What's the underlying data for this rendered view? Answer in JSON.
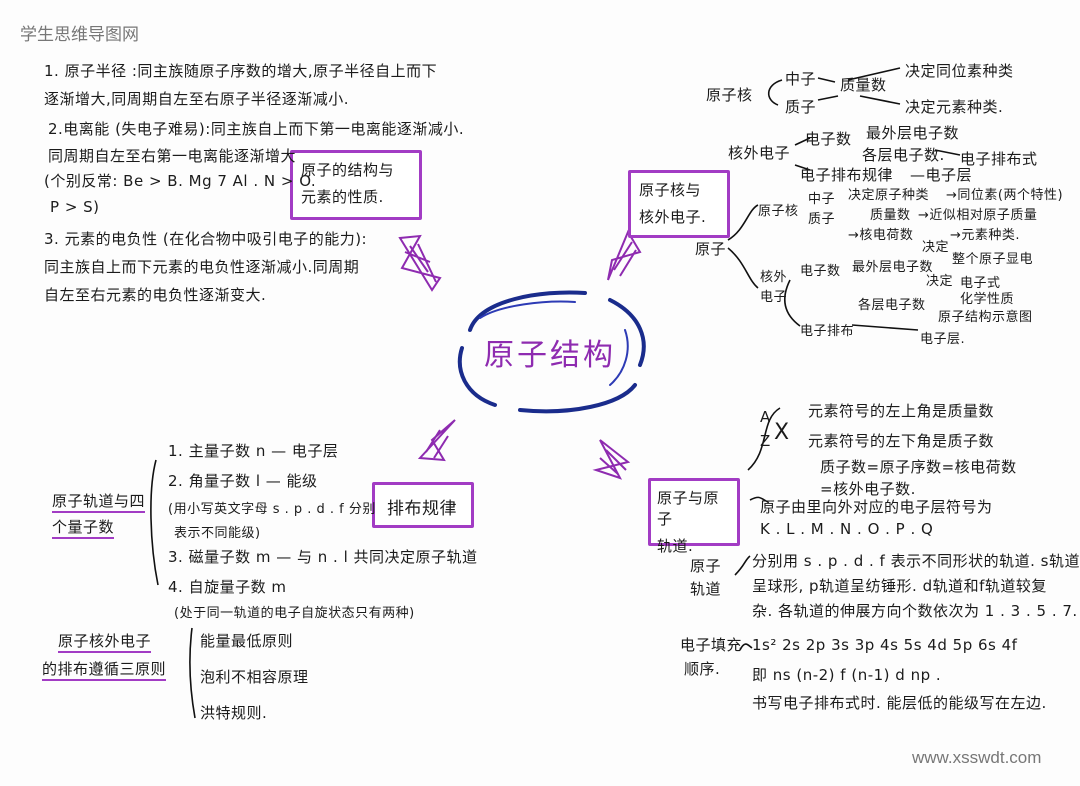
{
  "watermark": {
    "site_name": "学生思维导图网",
    "url": "www.xsswdt.com"
  },
  "center": {
    "title": "原子结构"
  },
  "branch_nature": {
    "box": [
      "原子的结构与",
      "元素的性质."
    ],
    "lines": [
      "1. 原子半径 :同主族随原子序数的增大,原子半径自上而下",
      "逐渐增大,同周期自左至右原子半径逐渐减小.",
      "2.电离能 (失电子难易):同主族自上而下第一电离能逐渐减小.",
      "同周期自左至右第一电离能逐渐增大",
      "(个别反常: Be > B. Mg 7 Al . N > O.",
      "P > S)",
      "3. 元素的电负性 (在化合物中吸引电子的能力):",
      "同主族自上而下元素的电负性逐渐减小.同周期",
      "自左至右元素的电负性逐渐变大."
    ]
  },
  "branch_nucleus": {
    "box": [
      "原子核与",
      "核外电子."
    ],
    "top": {
      "label": "原子核",
      "children": [
        "中子",
        "质子"
      ],
      "mass": "质量数",
      "isotope": "决定同位素种类",
      "element": "决定元素种类."
    },
    "outer": {
      "label": "核外电子",
      "electron_count": "电子数",
      "outer_count": "最外层电子数",
      "each_count": "各层电子数.",
      "config": "电子排布式",
      "rule": "电子排布规律",
      "layer": "—电子层"
    },
    "atom": {
      "label": "原子",
      "nucleus": "原子核",
      "neutron": "中子",
      "proton": "质子",
      "n1": "决定原子种类",
      "n2": "→同位素(两个特性)",
      "n3": "质量数",
      "n4": "→近似相对原子质量",
      "n5": "→核电荷数",
      "n6": "→元素种类.",
      "decide": "决定",
      "outer_label": "核外",
      "outer_label2": "电子",
      "e_count": "电子数",
      "e_outer": "最外层电子数",
      "e_decide": "决定",
      "e_whole": "整个原子显电",
      "e_formula": "电子式",
      "e_chem": "化学性质",
      "e_each": "各层电子数",
      "e_diagram": "原子结构示意图",
      "e_arr": "电子排布",
      "e_layer": "电子层."
    }
  },
  "branch_orbital": {
    "box": [
      "原子与原子",
      "轨道."
    ],
    "az": [
      "A",
      "Z",
      "X"
    ],
    "az_lines": [
      "元素符号的左上角是质量数",
      "元素符号的左下角是质子数",
      "质子数=原子序数=核电荷数",
      "=核外电子数."
    ],
    "layers_title": "原子由里向外对应的电子层符号为",
    "layers": "K . L . M . N . O . P . Q",
    "orbit_label": [
      "原子",
      "轨道"
    ],
    "orbit_lines": [
      "分别用 s . p . d . f 表示不同形状的轨道. s轨道",
      "呈球形, p轨道呈纺锤形. d轨道和f轨道较复",
      "杂. 各轨道的伸展方向个数依次为 1 . 3 . 5 . 7."
    ],
    "fill_label": [
      "电子填充",
      "顺序."
    ],
    "fill_lines": [
      "1s² 2s 2p 3s 3p 4s 5s 4d 5p 6s 4f",
      "即 ns (n-2) f (n-1) d np .",
      "书写电子排布式时. 能层低的能级写在左边."
    ]
  },
  "branch_rules": {
    "box": "排布规律",
    "quantum_label": [
      "原子轨道与四",
      "个量子数"
    ],
    "quantum": [
      "1. 主量子数 n — 电子层",
      "2. 角量子数 l — 能级",
      "(用小写英文字母 s . p . d . f 分别",
      "表示不同能级)",
      "3. 磁量子数 m — 与 n . l 共同决定原子轨道",
      "4. 自旋量子数 m",
      "(处于同一轨道的电子自旋状态只有两种)"
    ],
    "principle_label": [
      "原子核外电子",
      "的排布遵循三原则"
    ],
    "principles": [
      "能量最低原则",
      "泡利不相容原理",
      "洪特规则."
    ]
  }
}
